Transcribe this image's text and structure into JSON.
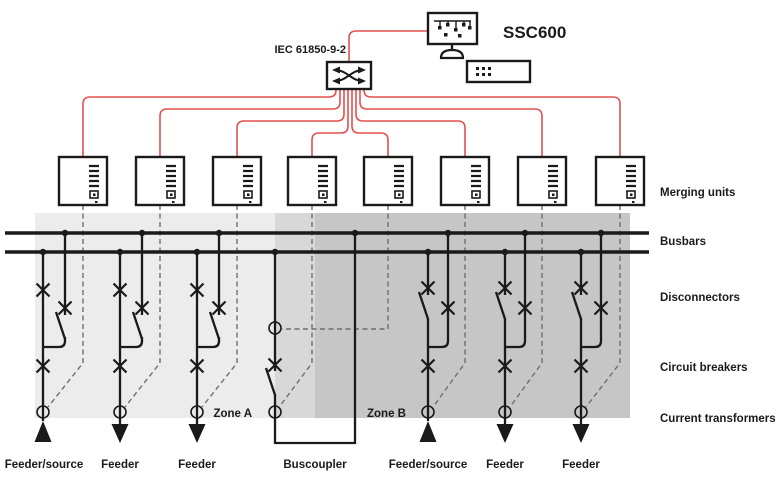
{
  "header": {
    "device_label": "SSC600",
    "protocol_label": "IEC 61850-9-2"
  },
  "icons": {
    "monitor": "hmi-monitor-icon",
    "server": "ssc600-device-icon",
    "switch": "ethernet-switch-icon",
    "merging_unit": "merging-unit-icon",
    "current_transformer": "ct-circle-icon",
    "disconnector": "x-cross-icon",
    "circuit_breaker": "x-cross-icon"
  },
  "labels": {
    "rows": [
      "Merging units",
      "Busbars",
      "Disconnectors",
      "Circuit breakers",
      "Current transformers"
    ],
    "zones": {
      "a": "Zone A",
      "b": "Zone B"
    },
    "feeders": [
      {
        "label": "Feeder/source",
        "arrow": "up"
      },
      {
        "label": "Feeder",
        "arrow": "down"
      },
      {
        "label": "Feeder",
        "arrow": "down"
      },
      {
        "label": "Buscoupler",
        "arrow": "none"
      },
      {
        "label": "Feeder/source",
        "arrow": "up"
      },
      {
        "label": "Feeder",
        "arrow": "down"
      },
      {
        "label": "Feeder",
        "arrow": "down"
      }
    ]
  },
  "counts": {
    "merging_units": 8,
    "busbars": 2
  },
  "colors": {
    "accent_red": "#e35050",
    "line_black": "#1a1a1a",
    "dashed_gray": "#6e6e6e",
    "zone_a_bg": "#ececec",
    "zone_overlap_bg": "#d8d8d8",
    "zone_b_bg": "#c6c6c6"
  }
}
